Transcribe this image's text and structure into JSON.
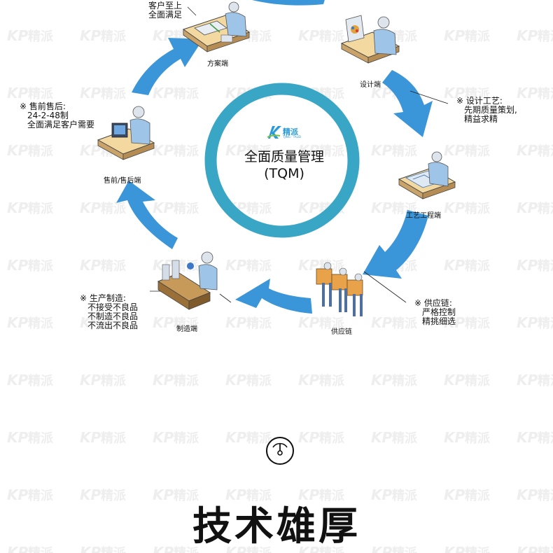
{
  "watermark": {
    "text": "精派",
    "logo": "KP"
  },
  "center": {
    "logo_text": "精派",
    "logo_sub": "TJING · TALID",
    "title_line1": "全面质量管理",
    "title_line2": "(TQM)",
    "ring_color": "#3aa6c6"
  },
  "arrow_color": "#3b95d9",
  "stations": {
    "fangan": {
      "caption": "方案端",
      "note": [
        "客户至上",
        "全面满足"
      ]
    },
    "sheji": {
      "caption": "设计端"
    },
    "gongyi": {
      "caption": "工艺工程端",
      "note": [
        "※ 设计工艺:",
        "先期质量策划,",
        "精益求精"
      ]
    },
    "gongying": {
      "caption": "供应链",
      "note": [
        "※ 供应链:",
        "严格控制",
        "精挑细选"
      ]
    },
    "zhizao": {
      "caption": "制造端",
      "note": [
        "※ 生产制造:",
        "不接受不良品",
        "不制造不良品",
        "不流出不良品"
      ]
    },
    "shouqian": {
      "caption": "售前/售后端",
      "note": [
        "※ 售前售后:",
        "24-2-48制",
        "全面满足客户需要"
      ]
    }
  },
  "section": {
    "title": "技术雄厚",
    "icon": "gauge-icon"
  }
}
